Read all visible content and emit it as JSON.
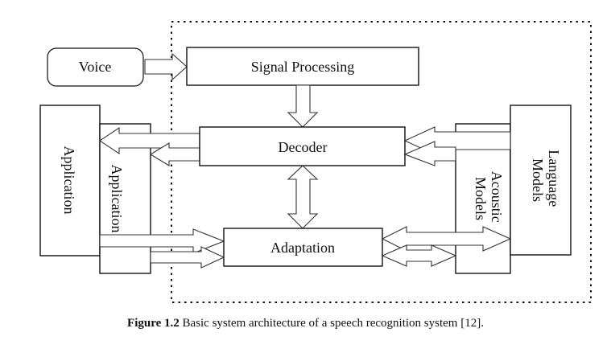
{
  "nodes": {
    "voice": "Voice",
    "signal_processing": "Signal Processing",
    "decoder": "Decoder",
    "adaptation": "Adaptation",
    "application_outer": "Application",
    "application_inner": "Application",
    "acoustic_models": "Acoustic Models",
    "acoustic_line1": "Acoustic",
    "acoustic_line2": "Models",
    "language_models": "Language Models",
    "language_line1": "Language",
    "language_line2": "Models"
  },
  "caption": {
    "label": "Figure 1.2",
    "text": "Basic system architecture of a speech recognition system [12]."
  }
}
